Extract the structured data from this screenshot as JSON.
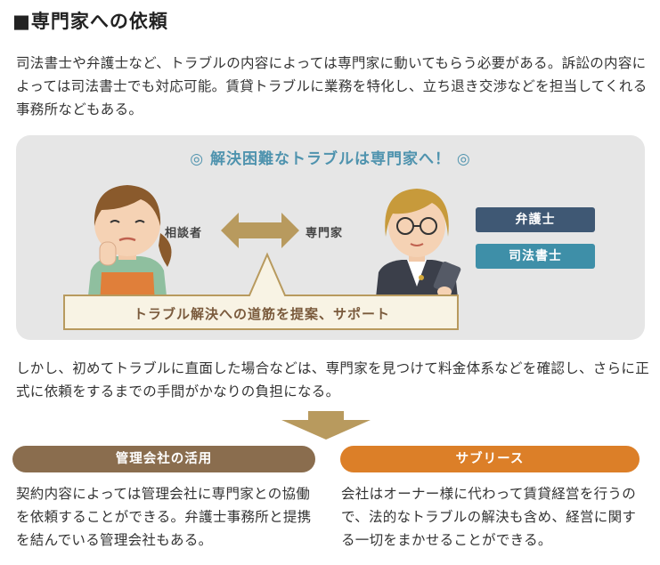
{
  "title": "■専門家への依頼",
  "intro": "司法書士や弁護士など、トラブルの内容によっては専門家に動いてもらう必要がある。訴訟の内容によっては司法書士でも対応可能。賃貸トラブルに業務を特化し、立ち退き交渉などを担当してくれる事務所などもある。",
  "panel": {
    "heading": "◎ 解決困難なトラブルは専門家へ！ ◎",
    "consultee_label": "相談者",
    "expert_label": "専門家",
    "question_mark": "?",
    "tags": [
      "弁護士",
      "司法書士"
    ],
    "callout": "トラブル解決への道筋を提案、サポート"
  },
  "middle": "しかし、初めてトラブルに直面した場合などは、専門家を見つけて料金体系などを確認し、さらに正式に依頼をするまでの手間がかなりの負担になる。",
  "options": {
    "left": {
      "label": "管理会社の活用",
      "text": "契約内容によっては管理会社に専門家との協働を依頼することができる。弁護士事務所と提携を結んでいる管理会社もある。"
    },
    "right": {
      "label": "サブリース",
      "text": "会社はオーナー様に代わって賃貸経営を行うので、法的なトラブルの解決も含め、経営に関する一切をまかせることができる。"
    }
  },
  "colors": {
    "heading_blue": "#4f93ae",
    "tan_arrow": "#b89a5e",
    "brown_pill": "#8a6d4e",
    "orange_pill": "#dc7f28",
    "navy_tag": "#3f5874",
    "teal_tag": "#3e8fa8",
    "panel_bg": "#e6e6e6",
    "callout_bg": "#f8f3e4"
  }
}
